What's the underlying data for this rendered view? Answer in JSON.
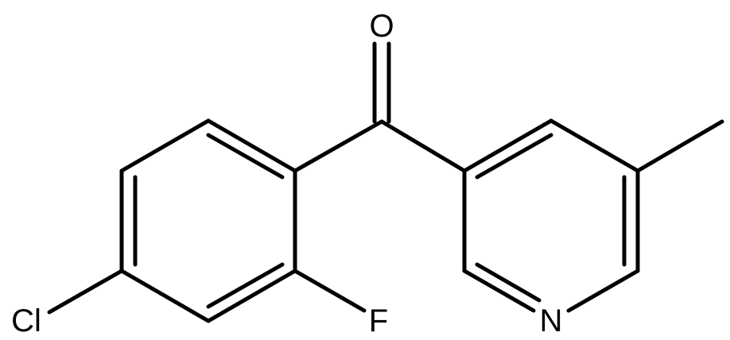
{
  "molecule": {
    "atoms": {
      "oxygen": "O",
      "chlorine": "Cl",
      "fluorine": "F",
      "nitrogen": "N"
    },
    "line_color": "#000000",
    "background": "#ffffff"
  }
}
